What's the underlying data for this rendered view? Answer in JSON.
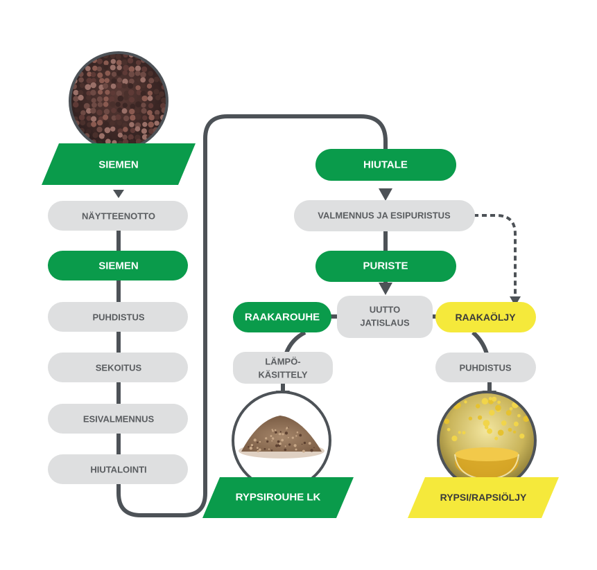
{
  "colors": {
    "green": "#0a9b4b",
    "grey": "#dedfe0",
    "yellow": "#f5e93b",
    "line": "#4d5257"
  },
  "left": {
    "seed_banner": "SIEMEN",
    "sampling": "NÄYTTEENOTTO",
    "seed_pill": "SIEMEN",
    "cleaning": "PUHDISTUS",
    "mixing": "SEKOITUS",
    "pre_conditioning": "ESIVALMENNUS",
    "flaking": "HIUTALOINTI"
  },
  "middle": {
    "flake": "HIUTALE",
    "conditioning_prepress": "VALMENNUS JA ESIPURISTUS",
    "press_cake": "PURISTE",
    "extraction_line1": "UUTTO",
    "extraction_line2": "JATISLAUS",
    "raw_meal": "RAAKAROUHE",
    "heat_line1": "LÄMPÖ-",
    "heat_line2": "KÄSITTELY",
    "meal_banner": "RYPSIROUHE LK"
  },
  "right": {
    "crude_oil": "RAAKAÖLJY",
    "refining": "PUHDISTUS",
    "oil_banner": "RYPSI/RAPSIÖLJY"
  },
  "icons": {
    "seeds_photo": "rapeseed-seeds-photo",
    "meal_photo": "rapeseed-meal-pile-photo",
    "oil_photo": "rapeseed-oil-bowl-photo"
  }
}
